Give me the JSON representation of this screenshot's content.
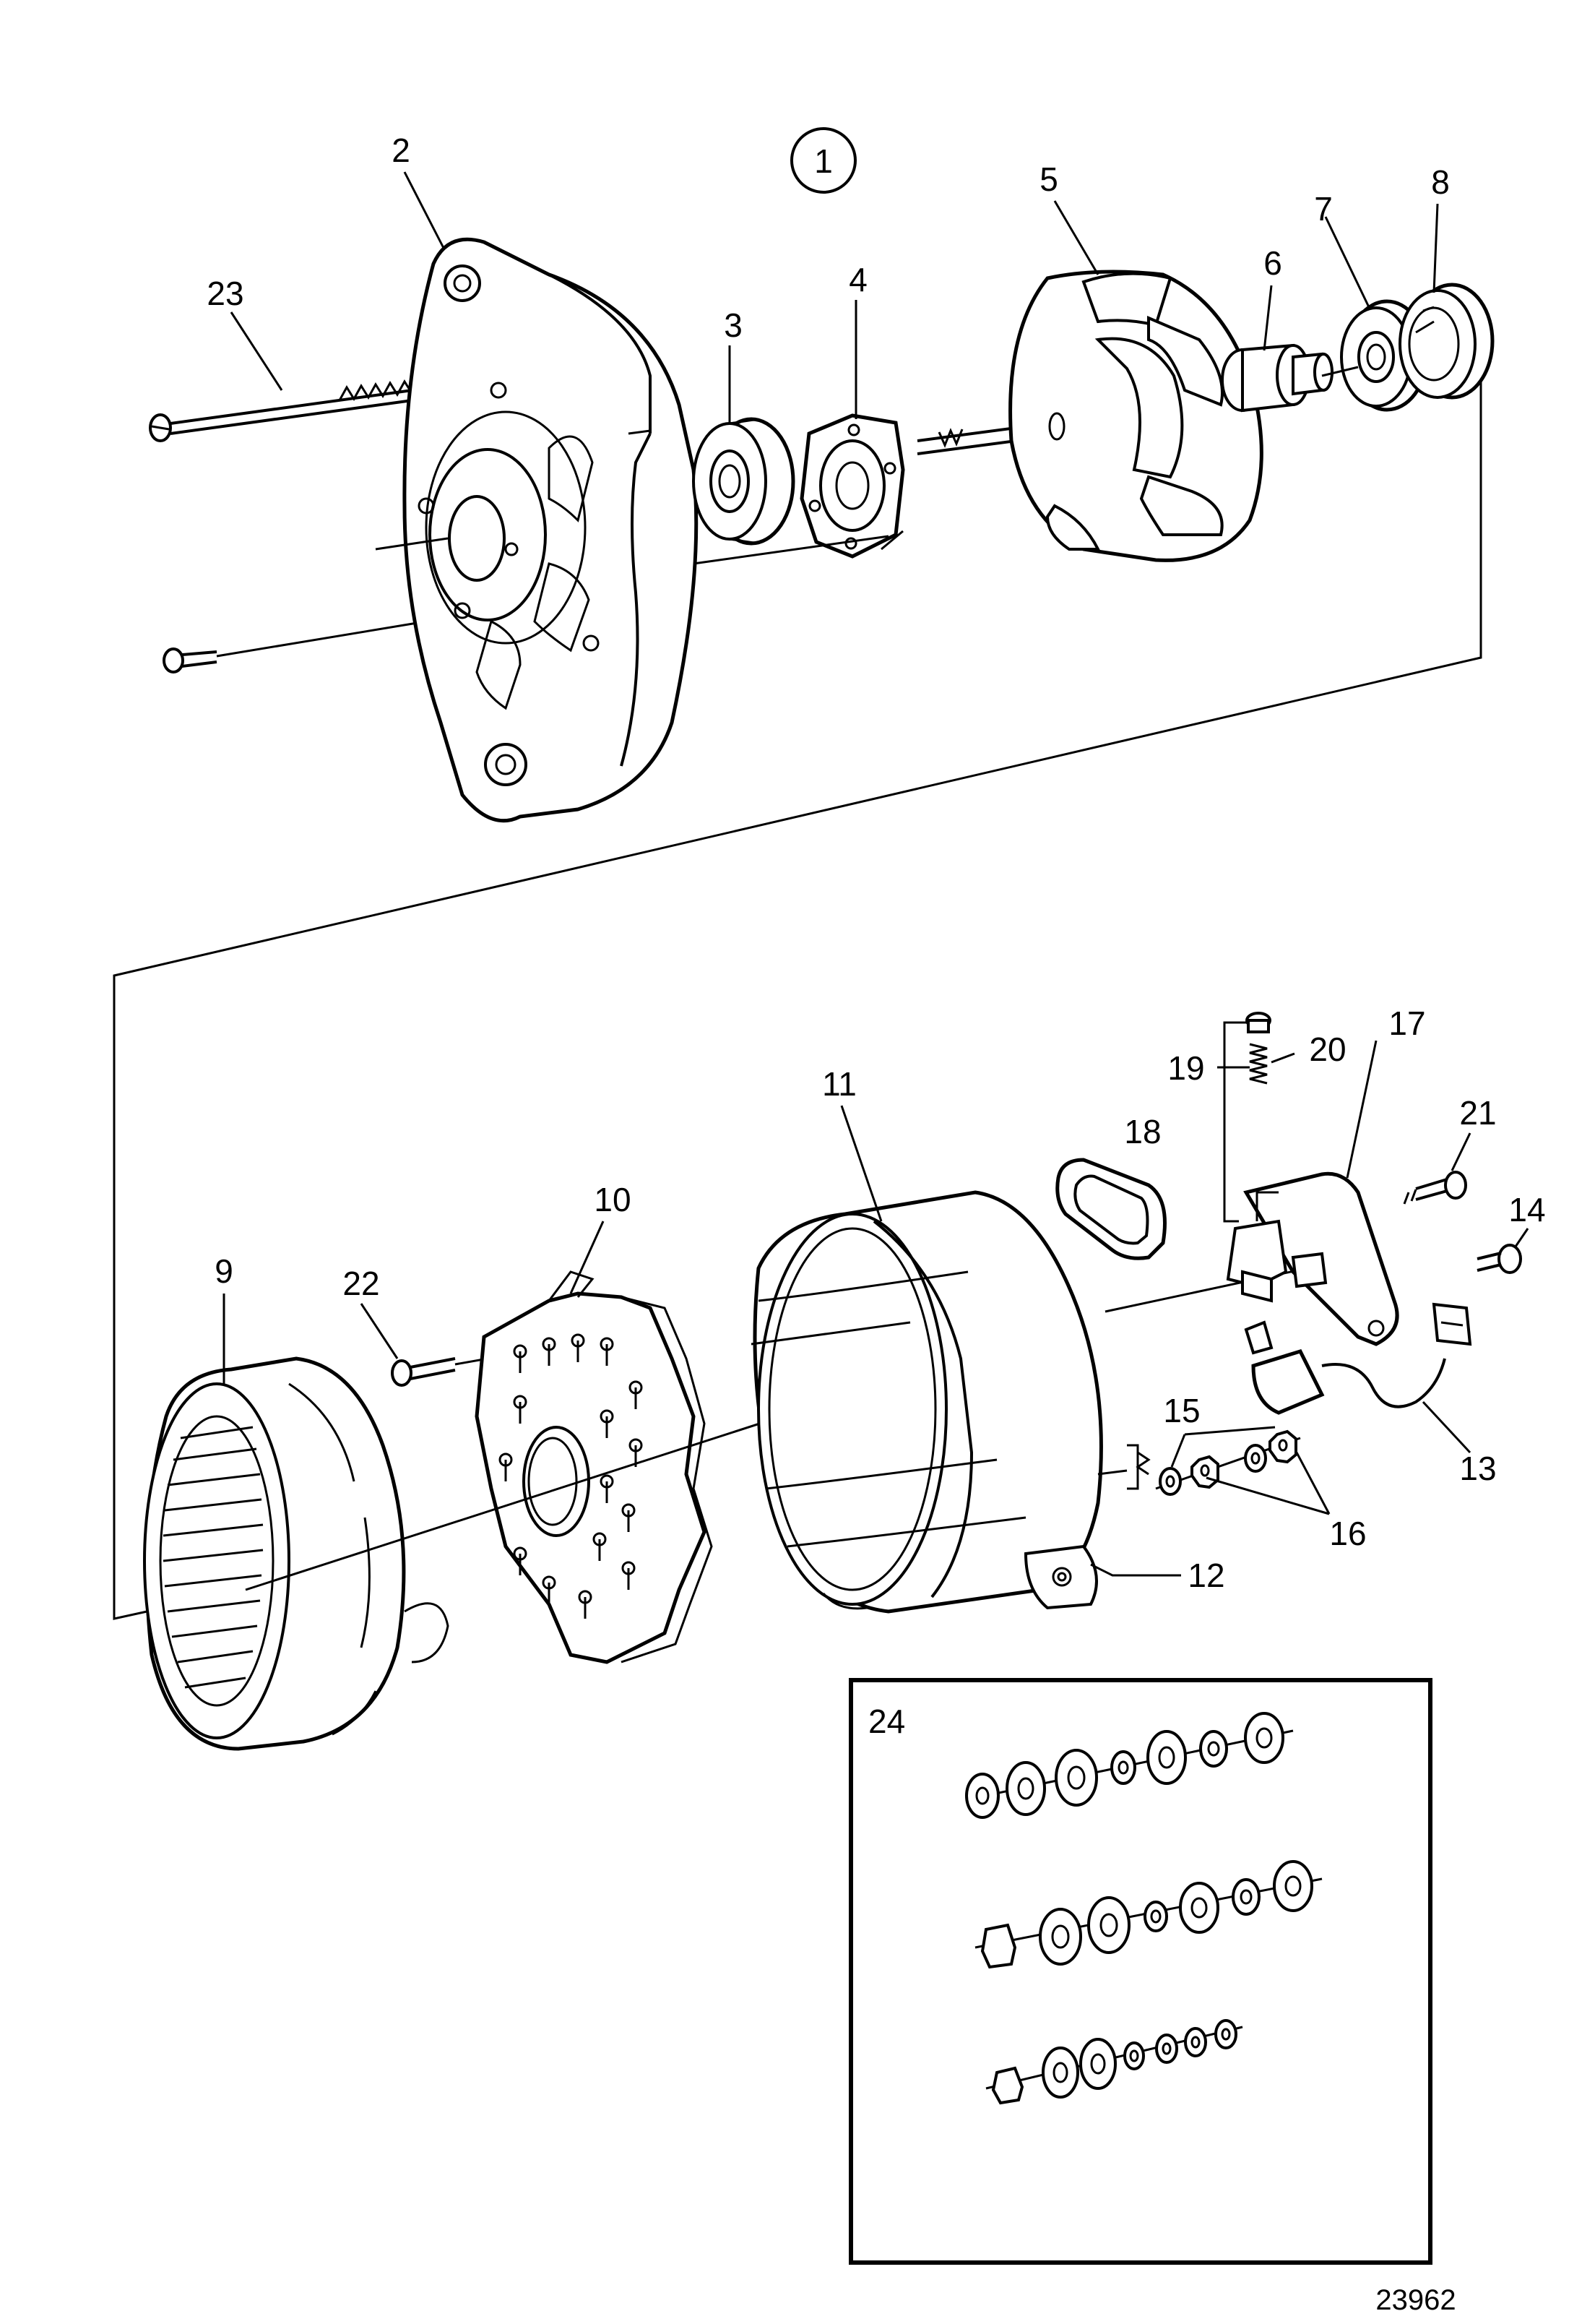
{
  "diagram": {
    "group_number": "1",
    "reference_number": "23962",
    "kit_box_label": "24",
    "callouts": [
      "2",
      "3",
      "4",
      "5",
      "6",
      "7",
      "8",
      "9",
      "10",
      "11",
      "12",
      "13",
      "14",
      "15",
      "16",
      "17",
      "18",
      "19",
      "20",
      "21",
      "22",
      "23"
    ]
  }
}
